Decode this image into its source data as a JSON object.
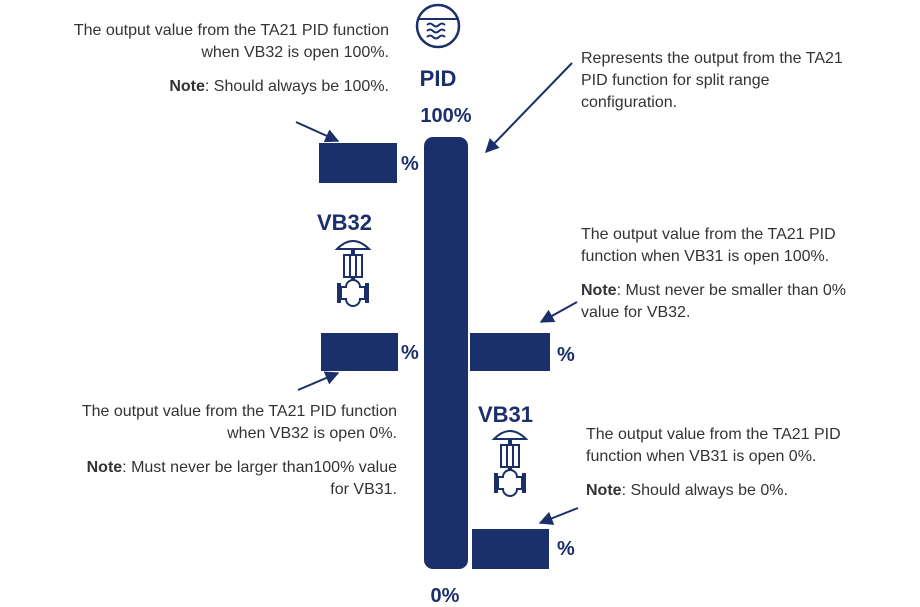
{
  "colors": {
    "primary": "#1b2f6b",
    "text": "#333333"
  },
  "pid": {
    "label": "PID",
    "top_percent": "100%",
    "bottom_percent": "0%",
    "icon": "water-level-icon"
  },
  "valves": {
    "vb32": {
      "label": "VB32",
      "icon": "control-valve-icon"
    },
    "vb31": {
      "label": "VB31",
      "icon": "control-valve-icon"
    }
  },
  "boxes": {
    "vb32_open_100_unit": "%",
    "vb32_open_0_unit": "%",
    "vb31_open_100_unit": "%",
    "vb31_open_0_unit": "%"
  },
  "annotations": {
    "vb32_open_100": {
      "line1": "The output value from the TA21 PID function",
      "line2": "when VB32 is open 100%.",
      "note_label": "Note",
      "note_text": ": Should always be 100%."
    },
    "pid_output": {
      "line1": "Represents the output from the TA21",
      "line2": "PID function for split range",
      "line3": "configuration."
    },
    "vb31_open_100": {
      "line1": "The output value from the TA21 PID",
      "line2": "function when VB31 is open 100%.",
      "note_label": "Note",
      "note_text_1": ": Must never be smaller than 0%",
      "note_text_2": "value for VB32."
    },
    "vb32_open_0": {
      "line1": "The output value from the TA21 PID function",
      "line2": "when VB32 is open 0%.",
      "note_label": "Note",
      "note_text_1": ": Must never be larger than100% value",
      "note_text_2": "for VB31."
    },
    "vb31_open_0": {
      "line1": "The output value from the TA21 PID",
      "line2": "function when VB31 is open 0%.",
      "note_label": "Note",
      "note_text": ": Should always be 0%."
    }
  }
}
